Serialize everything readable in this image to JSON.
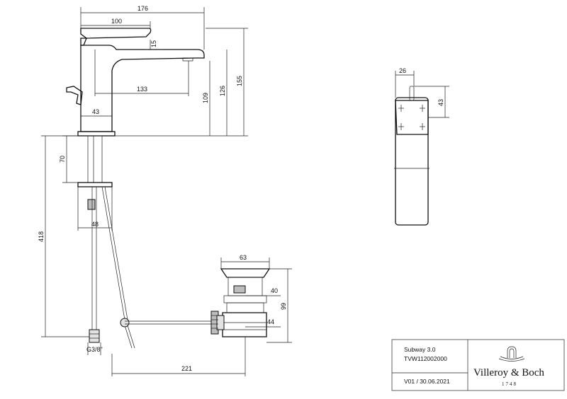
{
  "dimensions": {
    "overall_width": "176",
    "handle_length": "100",
    "handle_thickness": "15",
    "spout_reach": "133",
    "body_width": "43",
    "spout_height": "109",
    "lever_height": "126",
    "total_height": "155",
    "shank_length": "70",
    "hole_diameter": "48",
    "hose_length": "418",
    "thread": "G3/8\"",
    "drain_width": "221",
    "plug_diameter": "63",
    "drain_height": "99",
    "drain_waste": "40",
    "drain_outlet": "44",
    "side_width": "26",
    "side_lever": "43"
  },
  "title_block": {
    "product": "Subway 3.0",
    "code": "TVW112002000",
    "version": "V01 / 30.06.2021",
    "brand": "Villeroy & Boch",
    "year": "1748"
  }
}
